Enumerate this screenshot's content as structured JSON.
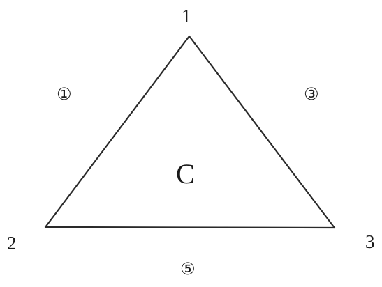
{
  "diagram": {
    "vertices": [
      {
        "id": "1",
        "label": "1"
      },
      {
        "id": "2",
        "label": "2"
      },
      {
        "id": "3",
        "label": "3"
      }
    ],
    "edges": [
      {
        "from": "1",
        "to": "2"
      },
      {
        "from": "2",
        "to": "3"
      },
      {
        "from": "3",
        "to": "1"
      }
    ],
    "face_label": "C",
    "region_labels": {
      "left": "①",
      "right": "③",
      "bottom": "⑤"
    }
  }
}
